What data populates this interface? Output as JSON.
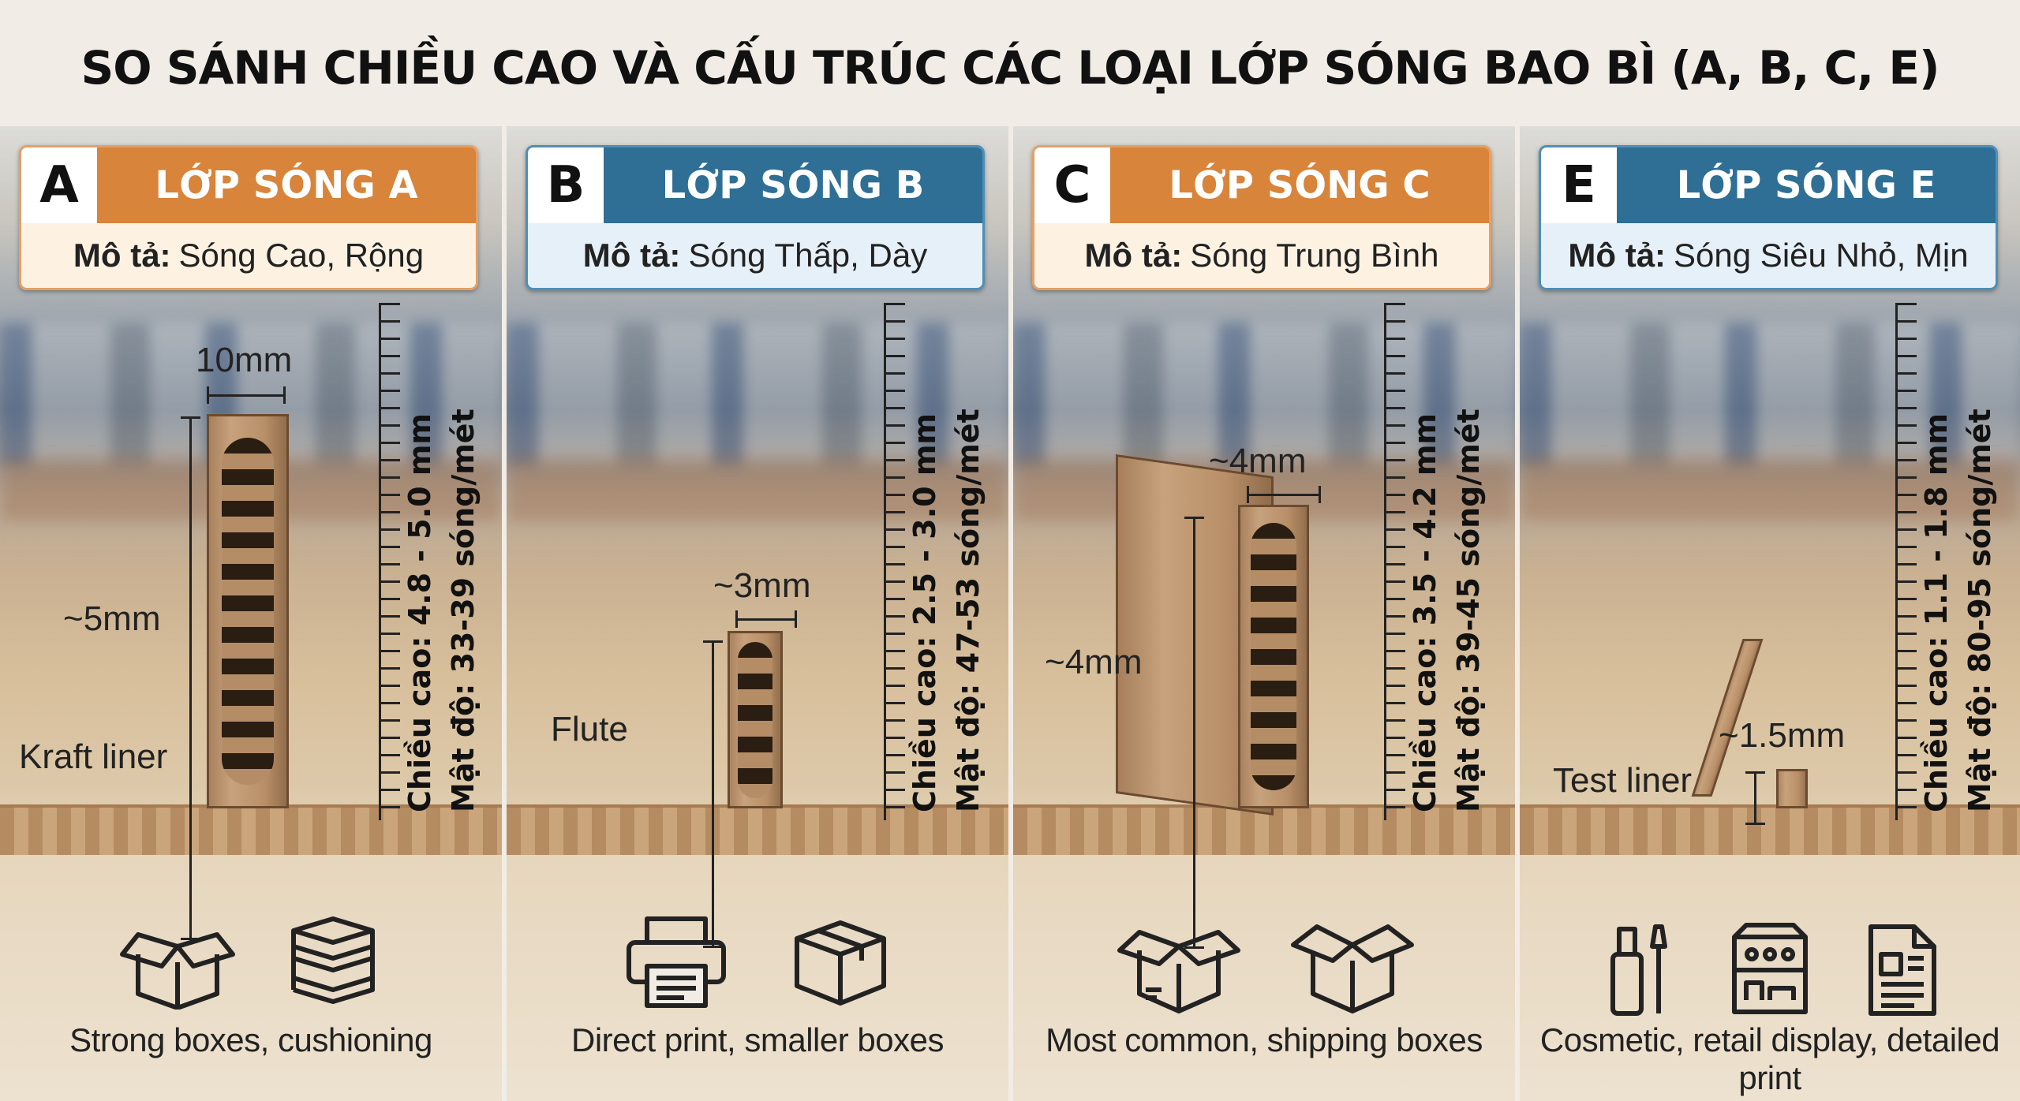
{
  "title": "SO SÁNH CHIỀU CAO VÀ CẤU TRÚC CÁC LOẠI LỚP SÓNG BAO BÌ (A, B, C, E)",
  "colors": {
    "orange": "#d8843a",
    "blue": "#2f6f95"
  },
  "panels": [
    {
      "letter": "A",
      "name": "LỚP SÓNG A",
      "desc_label": "Mô tả:",
      "desc_value": "Sóng Cao, Rộng",
      "height_text": "Chiều cao: 4.8 - 5.0 mm",
      "density_text": "Mật độ: 33-39 sóng/mét",
      "width_ann": "10mm",
      "height_ann": "~5mm",
      "part_label": "Kraft liner",
      "icons": [
        "box-open-icon",
        "stacked-boxes-icon"
      ],
      "caption": "Strong boxes, cushioning"
    },
    {
      "letter": "B",
      "name": "LỚP SÓNG B",
      "desc_label": "Mô tả:",
      "desc_value": "Sóng Thấp, Dày",
      "height_text": "Chiều cao: 2.5 - 3.0 mm",
      "density_text": "Mật độ: 47-53 sóng/mét",
      "width_ann": "~3mm",
      "part_label": "Flute",
      "icons": [
        "printer-icon",
        "small-box-icon"
      ],
      "caption": "Direct print, smaller boxes"
    },
    {
      "letter": "C",
      "name": "LỚP SÓNG C",
      "desc_label": "Mô tả:",
      "desc_value": "Sóng Trung Bình",
      "height_text": "Chiều cao: 3.5 - 4.2 mm",
      "density_text": "Mật độ: 39-45 sóng/mét",
      "width_ann": "~4mm",
      "height_ann": "~4mm",
      "icons": [
        "shipping-box-icon",
        "open-box-icon"
      ],
      "caption": "Most common, shipping boxes"
    },
    {
      "letter": "E",
      "name": "LỚP SÓNG E",
      "desc_label": "Mô tả:",
      "desc_value": "Sóng Siêu Nhỏ, Mịn",
      "height_text": "Chiều cao: 1.1 - 1.8 mm",
      "density_text": "Mật độ: 80-95 sóng/mét",
      "height_ann": "~1.5mm",
      "part_label": "Test liner",
      "icons": [
        "cosmetics-icon",
        "retail-display-icon",
        "document-icon"
      ],
      "caption": "Cosmetic, retail display, detailed print"
    }
  ]
}
